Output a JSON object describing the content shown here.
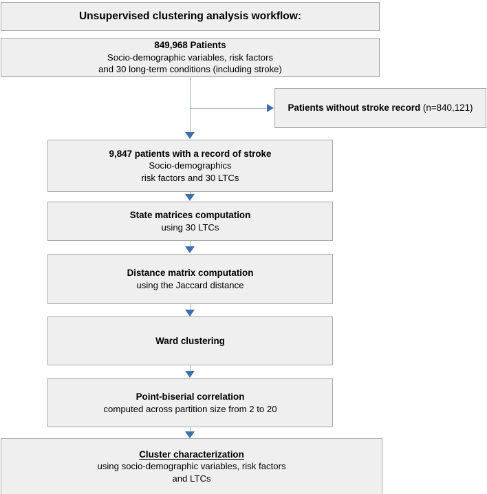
{
  "figure": {
    "title": "Unsupervised clustering analysis workflow:",
    "type": "flowchart",
    "orientation": "top-to-bottom",
    "colors": {
      "box_fill": "#efefef",
      "box_border": "#a6a6a6",
      "arrow": "#3f6fab",
      "connector_line": "#9fb4cd",
      "text": "#000000",
      "background": "#ffffff"
    }
  },
  "nodes": {
    "title_box": {
      "heading": "Unsupervised clustering analysis workflow:"
    },
    "cohort_box": {
      "heading": "849,968 Patients",
      "line2": "Socio-demographic variables, risk factors",
      "line3": "and 30 long-term conditions (including stroke)"
    },
    "excluded_box": {
      "heading": "Patients without stroke record",
      "count": "(n=840,121)"
    },
    "stroke_box": {
      "heading": "9,847 patients with a record of stroke",
      "line2": "Socio-demographics",
      "line3": "risk factors and 30 LTCs"
    },
    "state_matrices_box": {
      "heading": "State matrices computation",
      "line2": "using 30 LTCs"
    },
    "distance_matrix_box": {
      "heading": "Distance matrix computation",
      "line2": "using the Jaccard distance"
    },
    "ward_box": {
      "heading": "Ward clustering"
    },
    "correlation_box": {
      "heading": "Point-biserial correlation",
      "line2": "computed across partition size from 2 to 20"
    },
    "characterization_box": {
      "heading": "Cluster characterization",
      "line2": "using socio-demographic variables, risk factors",
      "line3": "and LTCs"
    }
  },
  "connectors": [
    {
      "name": "cohort-to-split",
      "kind": "vertical-line"
    },
    {
      "name": "split-to-excluded",
      "kind": "horizontal-arrow"
    },
    {
      "name": "split-to-stroke",
      "kind": "vertical-arrow"
    },
    {
      "name": "stroke-to-state-matrices",
      "kind": "vertical-arrow"
    },
    {
      "name": "state-matrices-to-distance-matrix",
      "kind": "vertical-arrow"
    },
    {
      "name": "distance-matrix-to-ward",
      "kind": "vertical-arrow"
    },
    {
      "name": "ward-to-correlation",
      "kind": "vertical-arrow"
    },
    {
      "name": "correlation-to-characterization",
      "kind": "vertical-arrow"
    }
  ]
}
